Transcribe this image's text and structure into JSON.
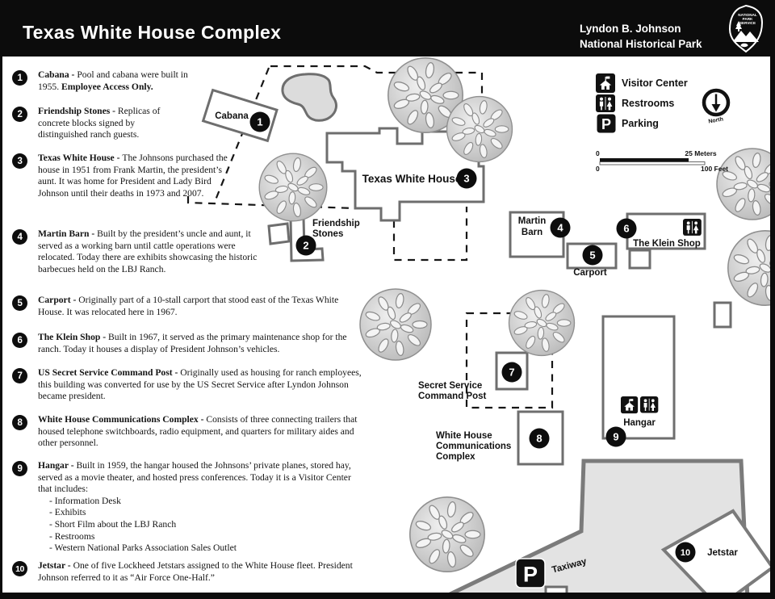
{
  "header": {
    "title": "Texas White House Complex",
    "park_line1": "Lyndon B. Johnson",
    "park_line2": "National Historical Park",
    "logo_text1": "NATIONAL",
    "logo_text2": "PARK",
    "logo_text3": "SERVICE"
  },
  "legend": {
    "visitor_center": "Visitor Center",
    "restrooms": "Restrooms",
    "parking": "Parking",
    "north": "North",
    "parking_letter": "P"
  },
  "scale": {
    "meters_zero": "0",
    "meters_label": "25 Meters",
    "feet_zero": "0",
    "feet_label": "100 Feet"
  },
  "key_items": [
    {
      "num": "1",
      "title": "Cabana - ",
      "text": "Pool and cabana were built in 1955. ",
      "bold_tail": "Employee Access Only."
    },
    {
      "num": "2",
      "title": "Friendship Stones - ",
      "text": "Replicas of concrete blocks signed by distinguished ranch guests."
    },
    {
      "num": "3",
      "title": "Texas White House - ",
      "text": "The Johnsons purchased the house in 1951 from Frank Martin, the president’s aunt. It was home for President and Lady Bird Johnson until their deaths in 1973 and 2007."
    },
    {
      "num": "4",
      "title": "Martin Barn - ",
      "text": "Built by the president’s uncle and aunt, it served as a working barn until cattle operations were relocated. Today there are exhibits showcasing the historic barbecues held on the LBJ Ranch."
    },
    {
      "num": "5",
      "title": "Carport - ",
      "text": "Originally part of a 10-stall carport that stood east of the Texas White House. It was relocated here in 1967."
    },
    {
      "num": "6",
      "title": "The Klein Shop - ",
      "text": "Built in 1967, it served as the primary maintenance shop for the ranch. Today it houses a display of President Johnson’s vehicles."
    },
    {
      "num": "7",
      "title": "US Secret Service Command Post - ",
      "text": "Originally used as housing for ranch employees, this building was converted for use by the US Secret Service after Lyndon Johnson became president."
    },
    {
      "num": "8",
      "title": "White House Communications Complex - ",
      "text": "Consists of three connecting trailers that housed telephone switchboards, radio equipment, and quarters for military aides and other personnel."
    },
    {
      "num": "9",
      "title": "Hangar - ",
      "text": "Built in 1959, the hangar housed the Johnsons’ private planes, stored hay, served as a movie theater, and hosted press conferences. Today it is a Visitor Center that includes:",
      "list": [
        "- Information Desk",
        "- Exhibits",
        "- Short Film about the LBJ Ranch",
        "- Restrooms",
        "- Western National Parks Association Sales Outlet"
      ]
    },
    {
      "num": "10",
      "title": "Jetstar - ",
      "text": "One of five Lockheed Jetstars assigned to the White House fleet. President Johnson referred to it as “Air Force One-Half.”"
    }
  ],
  "map": {
    "labels": {
      "cabana": "Cabana",
      "friendship1": "Friendship",
      "friendship2": "Stones",
      "twh": "Texas White House",
      "martin1": "Martin",
      "martin2": "Barn",
      "carport": "Carport",
      "klein": "The Klein Shop",
      "ss1": "Secret Service",
      "ss2": "Command Post",
      "whcc1": "White House",
      "whcc2": "Communications",
      "whcc3": "Complex",
      "hangar": "Hangar",
      "jetstar": "Jetstar",
      "taxiway": "Taxiway"
    },
    "markers": {
      "m1": "1",
      "m2": "2",
      "m3": "3",
      "m4": "4",
      "m5": "5",
      "m6": "6",
      "m7": "7",
      "m8": "8",
      "m9": "9",
      "m10": "10"
    }
  },
  "colors": {
    "frame": "#0c0c0c",
    "building_stroke": "#6e6e6e",
    "taxiway_fill": "#e3e3e3",
    "pool_fill": "#dcdcdc",
    "tree_fill": "#c9c9c9"
  }
}
